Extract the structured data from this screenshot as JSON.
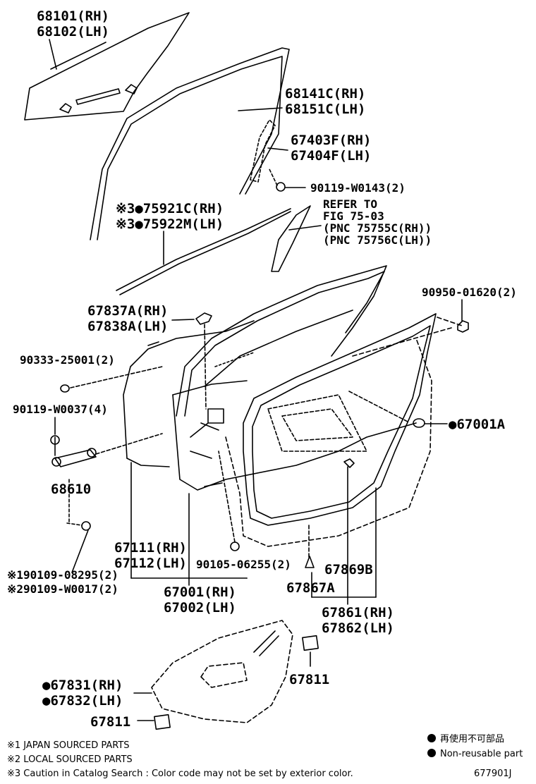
{
  "parts": {
    "glass_rh": "68101(RH)",
    "glass_lh": "68102(LH)",
    "run_rh": "68141C(RH)",
    "run_lh": "68151C(LH)",
    "seal_rh": "67403F(RH)",
    "seal_lh": "67404F(LH)",
    "bolt_90119_w0143": "90119-W0143(2)",
    "molding_rh": "※3●75921C(RH)",
    "molding_lh": "※3●75922M(LH)",
    "refer_line1": "REFER TO",
    "refer_line2": "FIG 75-03",
    "refer_line3": "(PNC 75755C(RH))",
    "refer_line4": "(PNC 75756C(LH))",
    "clip_rh": "67837A(RH)",
    "clip_lh": "67838A(LH)",
    "plug_90950": "90950-01620(2)",
    "plug_90333": "90333-25001(2)",
    "bolt_90119_w0037": "90119-W0037(4)",
    "check_68610": "68610",
    "hole_cover_67001a": "●67001A",
    "hinge_bolt_1": "※190109-08295(2)",
    "hinge_bolt_2": "※290109-W0017(2)",
    "panel_rh": "67111(RH)",
    "panel_lh": "67112(LH)",
    "screw_90105": "90105-06255(2)",
    "clip_67869b": "67869B",
    "clip_67867a": "67867A",
    "door_rh": "67001(RH)",
    "door_lh": "67002(LH)",
    "wstrip_rh": "67861(RH)",
    "wstrip_lh": "67862(LH)",
    "cover_rh": "●67831(RH)",
    "cover_lh": "●67832(LH)",
    "tape_67811_a": "67811",
    "tape_67811_b": "67811"
  },
  "notes": {
    "note1": "※1 JAPAN SOURCED PARTS",
    "note2": "※2 LOCAL SOURCED PARTS",
    "note3": "※3 Caution in Catalog Search : Color code may not be set by exterior color."
  },
  "legend": {
    "jp": "再使用不可部品",
    "en": "Non-reusable part"
  },
  "figure_id": "677901J"
}
